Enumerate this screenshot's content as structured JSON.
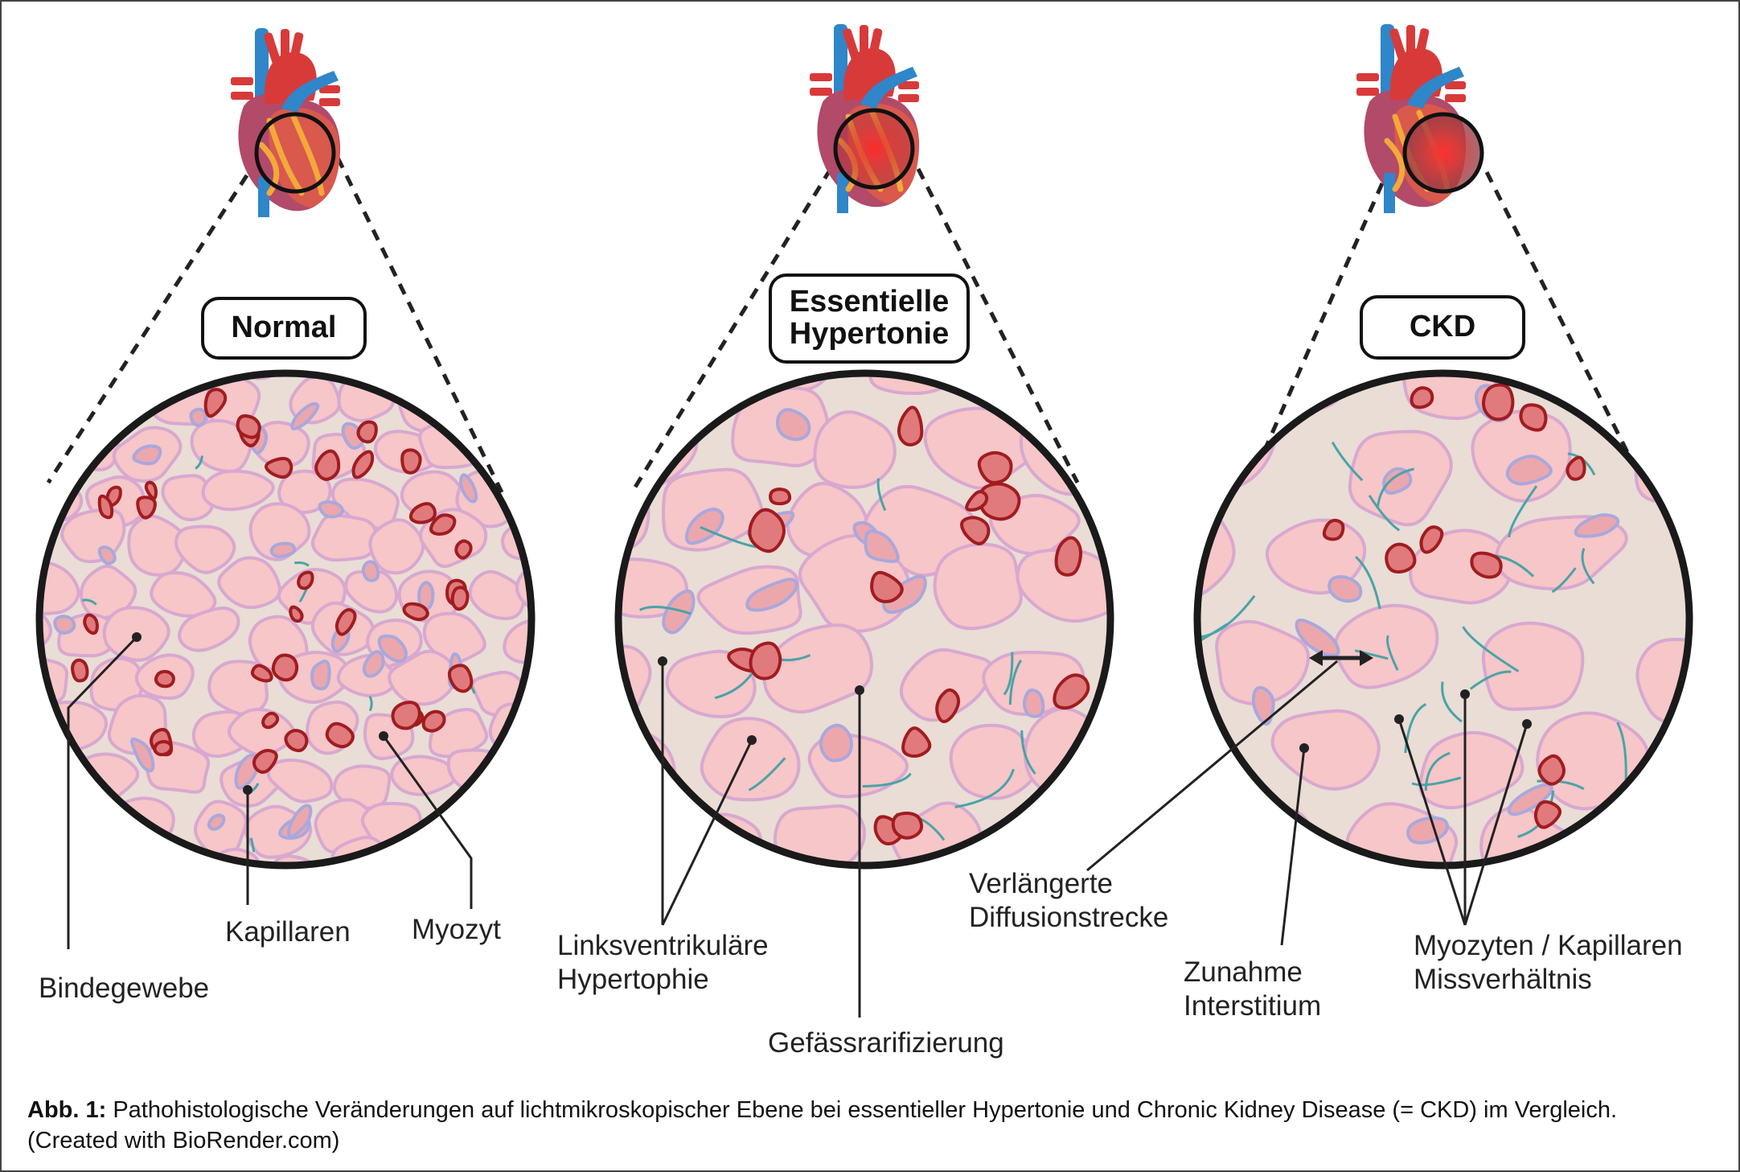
{
  "figure": {
    "panels": [
      {
        "id": "normal",
        "title": "Normal",
        "heart_state": "healthy",
        "annotations": [
          "Bindegewebe",
          "Kapillaren",
          "Myozyt"
        ]
      },
      {
        "id": "hypertension",
        "title": "Essentielle Hypertonie",
        "title_lines": [
          "Essentielle",
          "Hypertonie"
        ],
        "heart_state": "inflamed-focus",
        "annotations": [
          "Linksventrikuläre Hypertophie",
          "Gefässrarifizierung"
        ]
      },
      {
        "id": "ckd",
        "title": "CKD",
        "heart_state": "strong-inflamed-focus",
        "annotations": [
          "Verlängerte Diffusionstrecke",
          "Zunahme Interstitium",
          "Myozyten / Kapillaren Missverhältnis"
        ]
      }
    ],
    "annotation_lines": {
      "bindegewebe": "Bindegewebe",
      "kapillaren": "Kapillaren",
      "myozyt": "Myozyt",
      "lvh_1": "Linksventrikuläre",
      "lvh_2": "Hypertophie",
      "gefaess": "Gefässrarifizierung",
      "diff_1": "Verlängerte",
      "diff_2": "Diffusionstrecke",
      "inter_1": "Zunahme",
      "inter_2": "Interstitium",
      "mismatch_1": "Myozyten / Kapillaren",
      "mismatch_2": "Missverhältnis"
    },
    "caption": {
      "label": "Abb. 1:",
      "text": " Pathohistologische Veränderungen auf lichtmikroskopischer Ebene bei essentieller Hypertonie und Chronic Kidney Disease (= CKD) im Vergleich. (Created with BioRender.com)"
    },
    "colors": {
      "myocyte_fill": "#f6c6c8",
      "myocyte_outline": "#d8a8d0",
      "interstitium": "#e9ddd5",
      "capillary_fill": "#e07a7c",
      "capillary_outline": "#a01c20",
      "nucleus_fill": "#eca7ad",
      "nucleus_outline": "#a9a8dc",
      "fiber": "#4aa3a8",
      "outline": "#111111",
      "heart_red": "#d83a3a",
      "heart_blue": "#2f86c9",
      "heart_maroon": "#b24a6a",
      "coronary_yellow": "#f2a93b"
    }
  }
}
